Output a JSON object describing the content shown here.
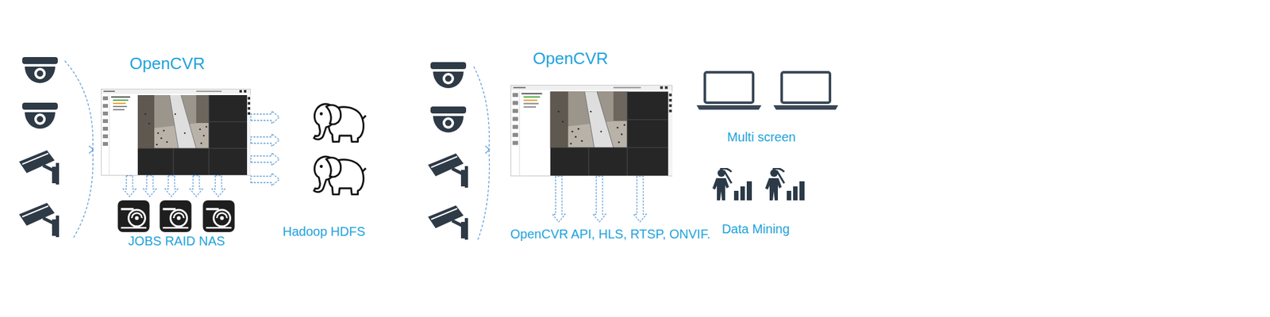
{
  "diagram": {
    "nodes": [
      {
        "text": [
          "OpenCVR"
        ]
      },
      {
        "text": [
          "JOBS RAID NAS"
        ]
      },
      {
        "text": [
          "Hadoop HDFS"
        ]
      },
      {
        "text": [
          "OpenCVR"
        ]
      },
      {
        "text": [
          "OpenCVR API, HLS, RTSP, ONVIF."
        ]
      }
    ],
    "edges": [
      {
        "from": 0,
        "to": 1,
        "arrow": "to"
      },
      {
        "from": 0,
        "to": 1,
        "arrow": "to"
      },
      {
        "from": 0,
        "to": 1,
        "arrow": "to"
      },
      {
        "from": 0,
        "to": 1,
        "arrow": "to"
      },
      {
        "from": 0,
        "to": 1,
        "arrow": "to"
      },
      {
        "from": 0,
        "to": 2,
        "arrow": "to"
      },
      {
        "from": 0,
        "to": 2,
        "arrow": "to"
      },
      {
        "from": 0,
        "to": 2,
        "arrow": "to"
      },
      {
        "from": 0,
        "to": 2,
        "arrow": "to"
      },
      {
        "from": 3,
        "to": 4,
        "arrow": "to"
      },
      {
        "from": 3,
        "to": 4,
        "arrow": "to"
      },
      {
        "from": 3,
        "to": 4,
        "arrow": "to"
      }
    ],
    "labels": [
      "Multi screen",
      "Data Mining"
    ]
  }
}
